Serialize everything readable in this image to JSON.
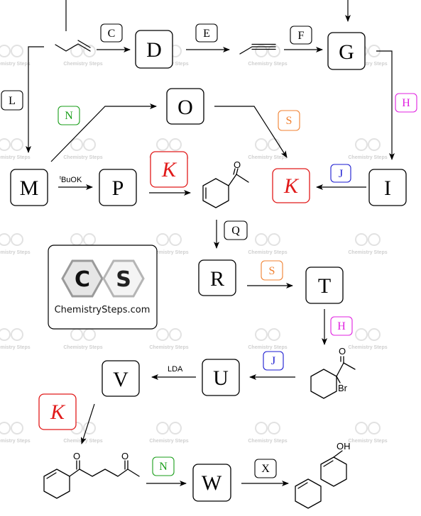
{
  "boxes": {
    "D": "D",
    "G": "G",
    "O": "O",
    "M": "M",
    "P": "P",
    "I": "I",
    "R": "R",
    "T": "T",
    "U": "U",
    "V": "V",
    "W": "W"
  },
  "reagents": {
    "C": "C",
    "E": "E",
    "F": "F",
    "L": "L",
    "N1": "N",
    "H1": "H",
    "S1": "S",
    "K1": "K",
    "K2": "K",
    "J1": "J",
    "Q": "Q",
    "S2": "S",
    "H2": "H",
    "J2": "J",
    "K3": "K",
    "N2": "N",
    "X": "X"
  },
  "conditions": {
    "tBuOK_sup": "t",
    "tBuOK": "BuOK",
    "LDA": "LDA"
  },
  "atoms": {
    "O_top": "O",
    "O_br": "O",
    "Br": "Br",
    "O_dk1": "O",
    "O_dk2": "O",
    "OH": "OH"
  },
  "logo": {
    "letter_c": "C",
    "letter_s": "S",
    "caption": "ChemistrySteps.com"
  },
  "watermark": {
    "text": "Chemistry Steps"
  },
  "colors": {
    "red": "#e11b1b",
    "green": "#1a9e1a",
    "magenta": "#e020e0",
    "orange": "#f08030",
    "blue": "#1a1ad0",
    "black": "#000000",
    "watermark": "#cfcfcf"
  }
}
